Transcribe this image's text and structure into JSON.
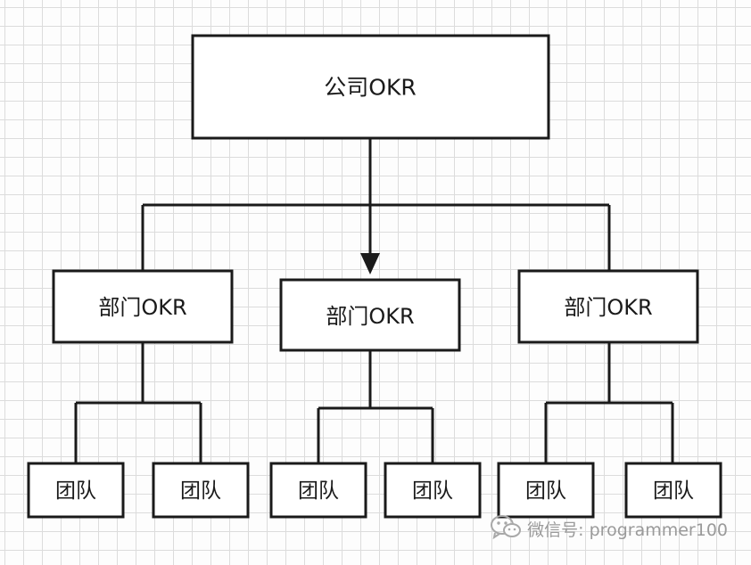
{
  "company": {
    "label": "公司OKR"
  },
  "departments": [
    {
      "label": "部门OKR",
      "teams": [
        {
          "label": "团队"
        },
        {
          "label": "团队"
        }
      ]
    },
    {
      "label": "部门OKR",
      "teams": [
        {
          "label": "团队"
        },
        {
          "label": "团队"
        }
      ]
    },
    {
      "label": "部门OKR",
      "teams": [
        {
          "label": "团队"
        },
        {
          "label": "团队"
        }
      ]
    }
  ],
  "watermark": {
    "text": "微信号: programmer100",
    "icon": "wechat-icon"
  }
}
